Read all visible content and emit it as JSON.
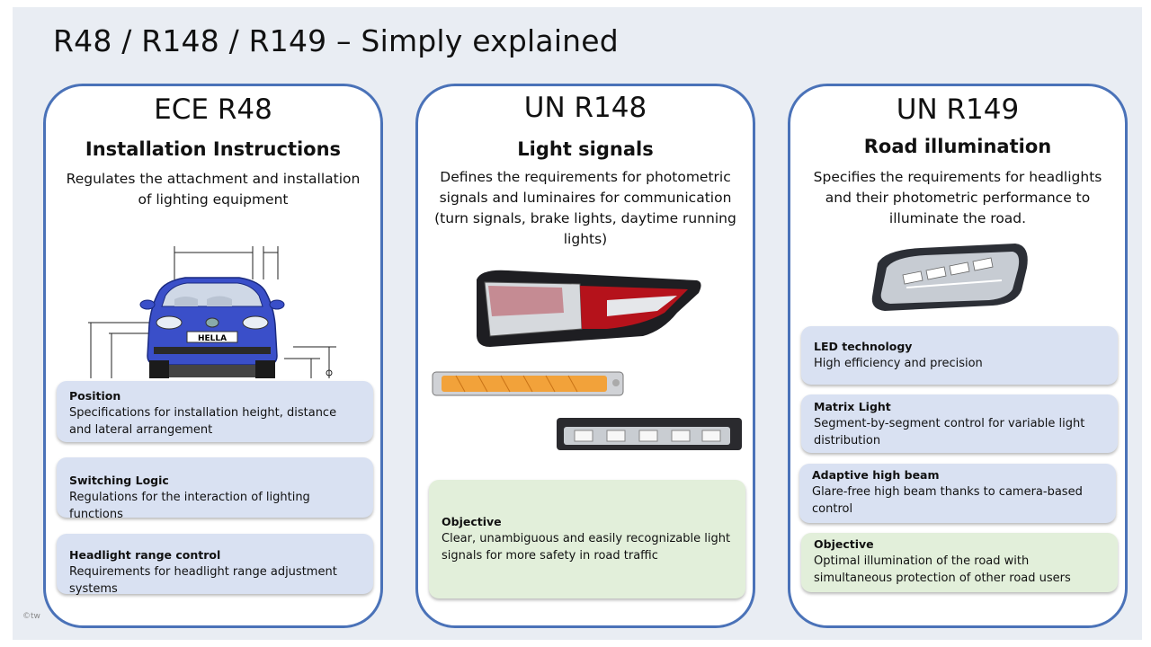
{
  "page": {
    "title": "R48 / R148 / R149 – Simply explained",
    "copyright": "©tw"
  },
  "col1": {
    "heading": "ECE R48",
    "subheading": "Installation Instructions",
    "description": "Regulates the attachment and installation of lighting equipment",
    "image_plate_text": "HELLA",
    "cards": [
      {
        "title": "Position",
        "text": "Specifications for installation height, distance and lateral arrangement"
      },
      {
        "title": "Switching Logic",
        "text": "Regulations for the interaction of lighting functions"
      },
      {
        "title": "Headlight range control",
        "text": "Requirements for headlight range adjustment systems"
      }
    ]
  },
  "col2": {
    "heading": "UN R148",
    "subheading": "Light signals",
    "description": "Defines the requirements for photometric signals and luminaires for communication (turn signals, brake lights, daytime running lights)",
    "objective": {
      "title": "Objective",
      "text": "Clear, unambiguous and easily recognizable light signals for more safety in road traffic"
    }
  },
  "col3": {
    "heading": "UN R149",
    "subheading": "Road illumination",
    "description": "Specifies the requirements for headlights and their photometric performance to illuminate the road.",
    "cards": [
      {
        "title": "LED technology",
        "text": "High efficiency and precision"
      },
      {
        "title": "Matrix Light",
        "text": "Segment-by-segment control for variable light distribution"
      },
      {
        "title": "Adaptive high beam",
        "text": "Glare-free high beam thanks to camera-based control"
      }
    ],
    "objective": {
      "title": "Objective",
      "text": "Optimal illumination of the road with simultaneous protection of other road users"
    }
  },
  "colors": {
    "border": "#4a72b8",
    "card_blue": "#d9e1f2",
    "card_green": "#e2efda",
    "background": "#e9edf3"
  }
}
